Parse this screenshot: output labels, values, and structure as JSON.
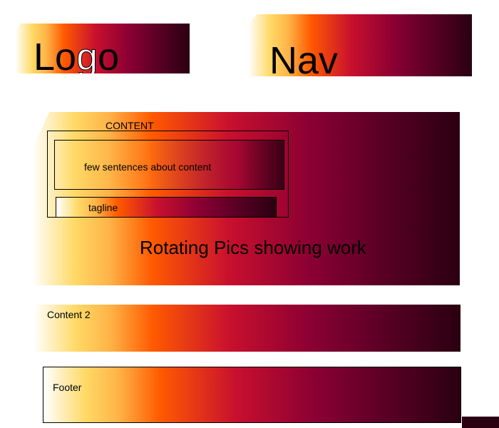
{
  "header": {
    "logo_label": "Logo",
    "nav_label": "Nav"
  },
  "content": {
    "label": "CONTENT",
    "about": "few sentences about content",
    "tagline": "tagline",
    "rotating": "Rotating Pics showing work"
  },
  "content2": {
    "label": "Content 2"
  },
  "footer": {
    "label": "Footer"
  },
  "colors": {
    "gradient_light": "#ffd966",
    "gradient_orange": "#ff5a00",
    "gradient_crimson": "#c8102e",
    "gradient_dark": "#2a0010"
  }
}
